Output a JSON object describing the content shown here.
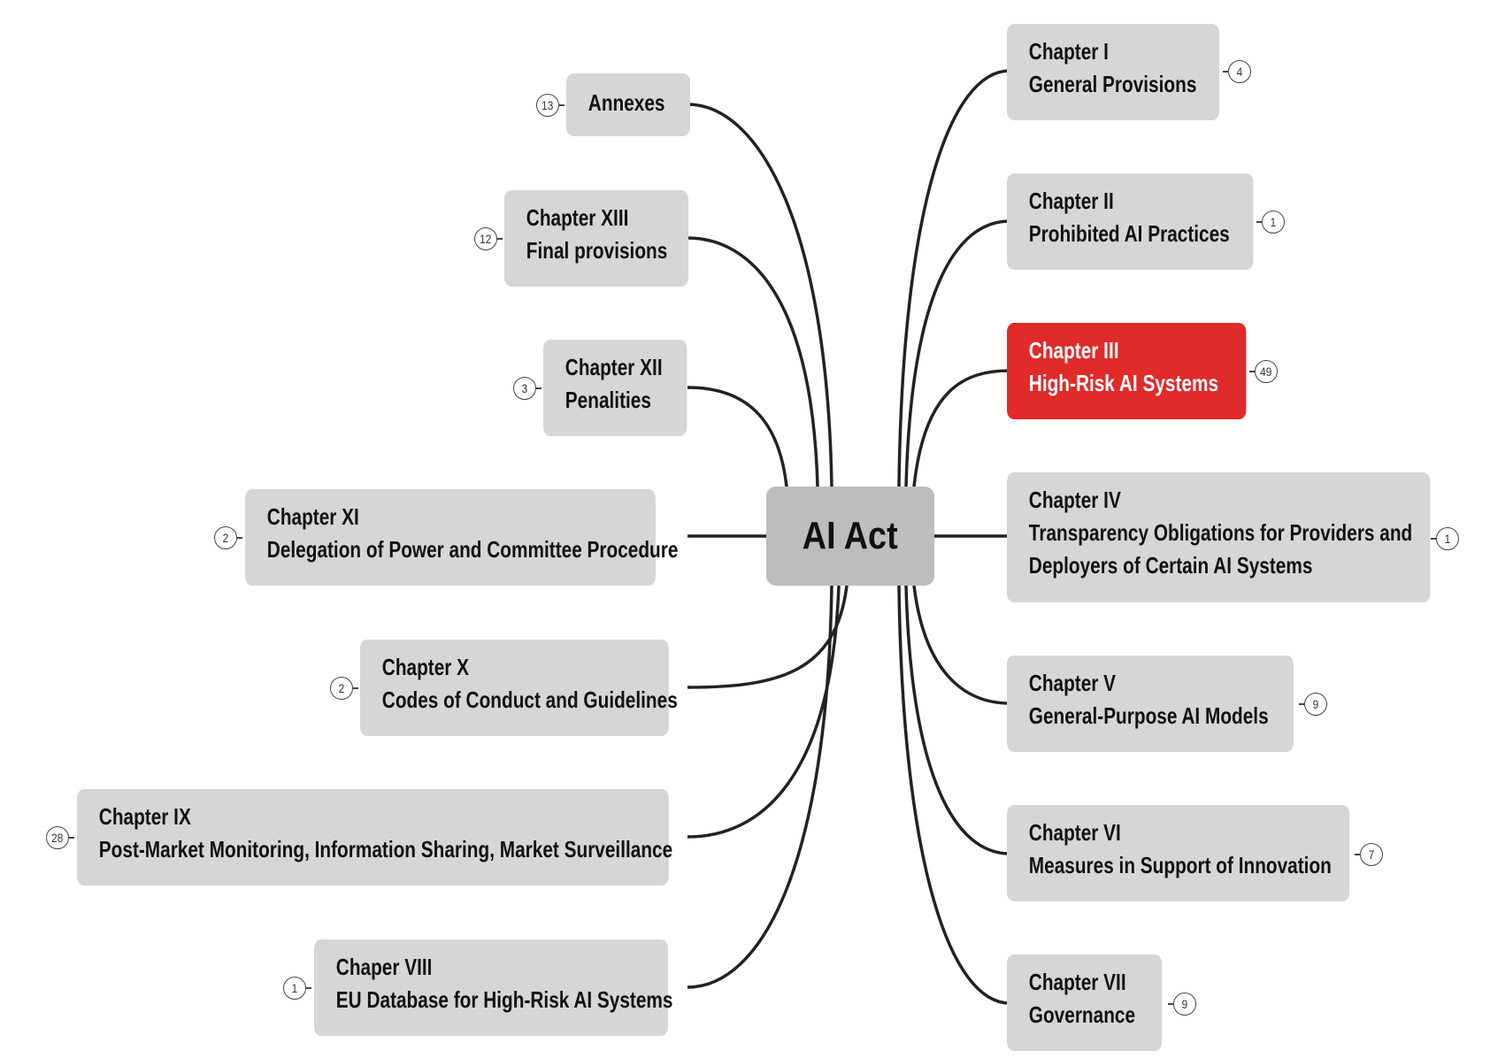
{
  "central": {
    "label": "AI Act"
  },
  "nodes": [
    {
      "title": "Chapter I",
      "subtitle": "General Provisions",
      "count": "4",
      "highlight": false
    },
    {
      "title": "Chapter II",
      "subtitle": "Prohibited AI Practices",
      "count": "1",
      "highlight": false
    },
    {
      "title": "Chapter III",
      "subtitle": "High-Risk AI Systems",
      "count": "49",
      "highlight": true
    },
    {
      "title": "Chapter IV",
      "subtitle": "Transparency Obligations for Providers and",
      "subtitle2": "Deployers of Certain AI Systems",
      "count": "1",
      "highlight": false
    },
    {
      "title": "Chapter V",
      "subtitle": "General-Purpose AI Models",
      "count": "9",
      "highlight": false
    },
    {
      "title": "Chapter VI",
      "subtitle": "Measures in Support of Innovation",
      "count": "7",
      "highlight": false
    },
    {
      "title": "Chapter VII",
      "subtitle": "Governance",
      "count": "9",
      "highlight": false
    },
    {
      "title": "Chaper VIII",
      "subtitle": "EU Database for High-Risk AI Systems",
      "count": "1",
      "highlight": false
    },
    {
      "title": "Chapter IX",
      "subtitle": "Post-Market Monitoring, Information Sharing, Market Surveillance",
      "count": "28",
      "highlight": false
    },
    {
      "title": "Chapter X",
      "subtitle": "Codes of Conduct and Guidelines",
      "count": "2",
      "highlight": false
    },
    {
      "title": "Chapter XI",
      "subtitle": "Delegation of Power and Committee Procedure",
      "count": "2",
      "highlight": false
    },
    {
      "title": "Chapter XII",
      "subtitle": "Penalities",
      "count": "3",
      "highlight": false
    },
    {
      "title": "Chapter XIII",
      "subtitle": "Final provisions",
      "count": "12",
      "highlight": false
    },
    {
      "title": "Annexes",
      "count": "13",
      "highlight": false
    }
  ],
  "colors": {
    "node": "#d6d6d6",
    "central": "#bdbdbd",
    "highlight": "#e12a2a",
    "connector": "#222222"
  }
}
